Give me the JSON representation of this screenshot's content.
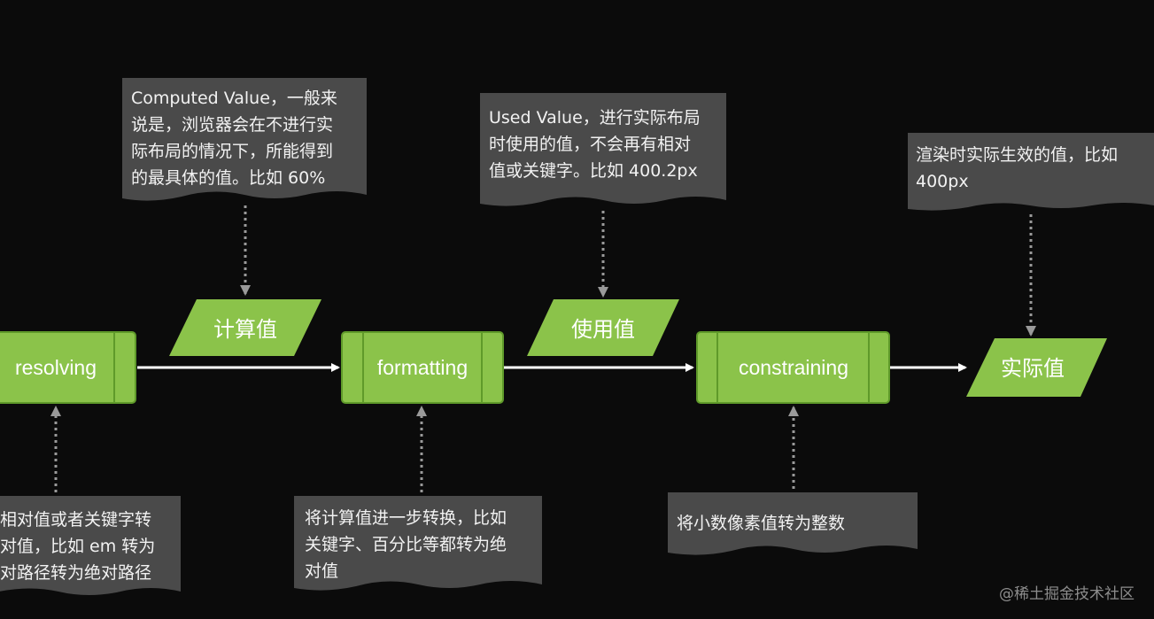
{
  "diagram": {
    "processes": [
      {
        "id": "resolving",
        "label": "resolving"
      },
      {
        "id": "formatting",
        "label": "formatting"
      },
      {
        "id": "constraining",
        "label": "constraining"
      }
    ],
    "values": [
      {
        "id": "computed",
        "label": "计算值"
      },
      {
        "id": "used",
        "label": "使用值"
      },
      {
        "id": "actual",
        "label": "实际值"
      }
    ],
    "notes_top": [
      {
        "id": "computed-note",
        "text": "Computed Value，一般来\n说是，浏览器会在不进行实\n际布局的情况下，所能得到\n的最具体的值。比如 60%"
      },
      {
        "id": "used-note",
        "text": "Used Value，进行实际布局\n时使用的值，不会再有相对\n值或关键字。比如 400.2px"
      },
      {
        "id": "actual-note",
        "text": "渲染时实际生效的值，比如\n400px"
      }
    ],
    "notes_bottom": [
      {
        "id": "resolving-note",
        "text": "相对值或者关键字转\n对值，比如 em 转为\n对路径转为绝对路径"
      },
      {
        "id": "formatting-note",
        "text": "将计算值进一步转换，比如\n关键字、百分比等都转为绝\n对值"
      },
      {
        "id": "constraining-note",
        "text": "将小数像素值转为整数"
      }
    ],
    "colors": {
      "background": "#0b0b0b",
      "process_fill": "#8bc34a",
      "process_stroke": "#5f9a2a",
      "value_fill": "#8bc34a",
      "note_fill": "#4a4a4a",
      "arrow": "#ffffff",
      "dotted": "#9a9a9a"
    }
  },
  "watermark": "@稀土掘金技术社区"
}
